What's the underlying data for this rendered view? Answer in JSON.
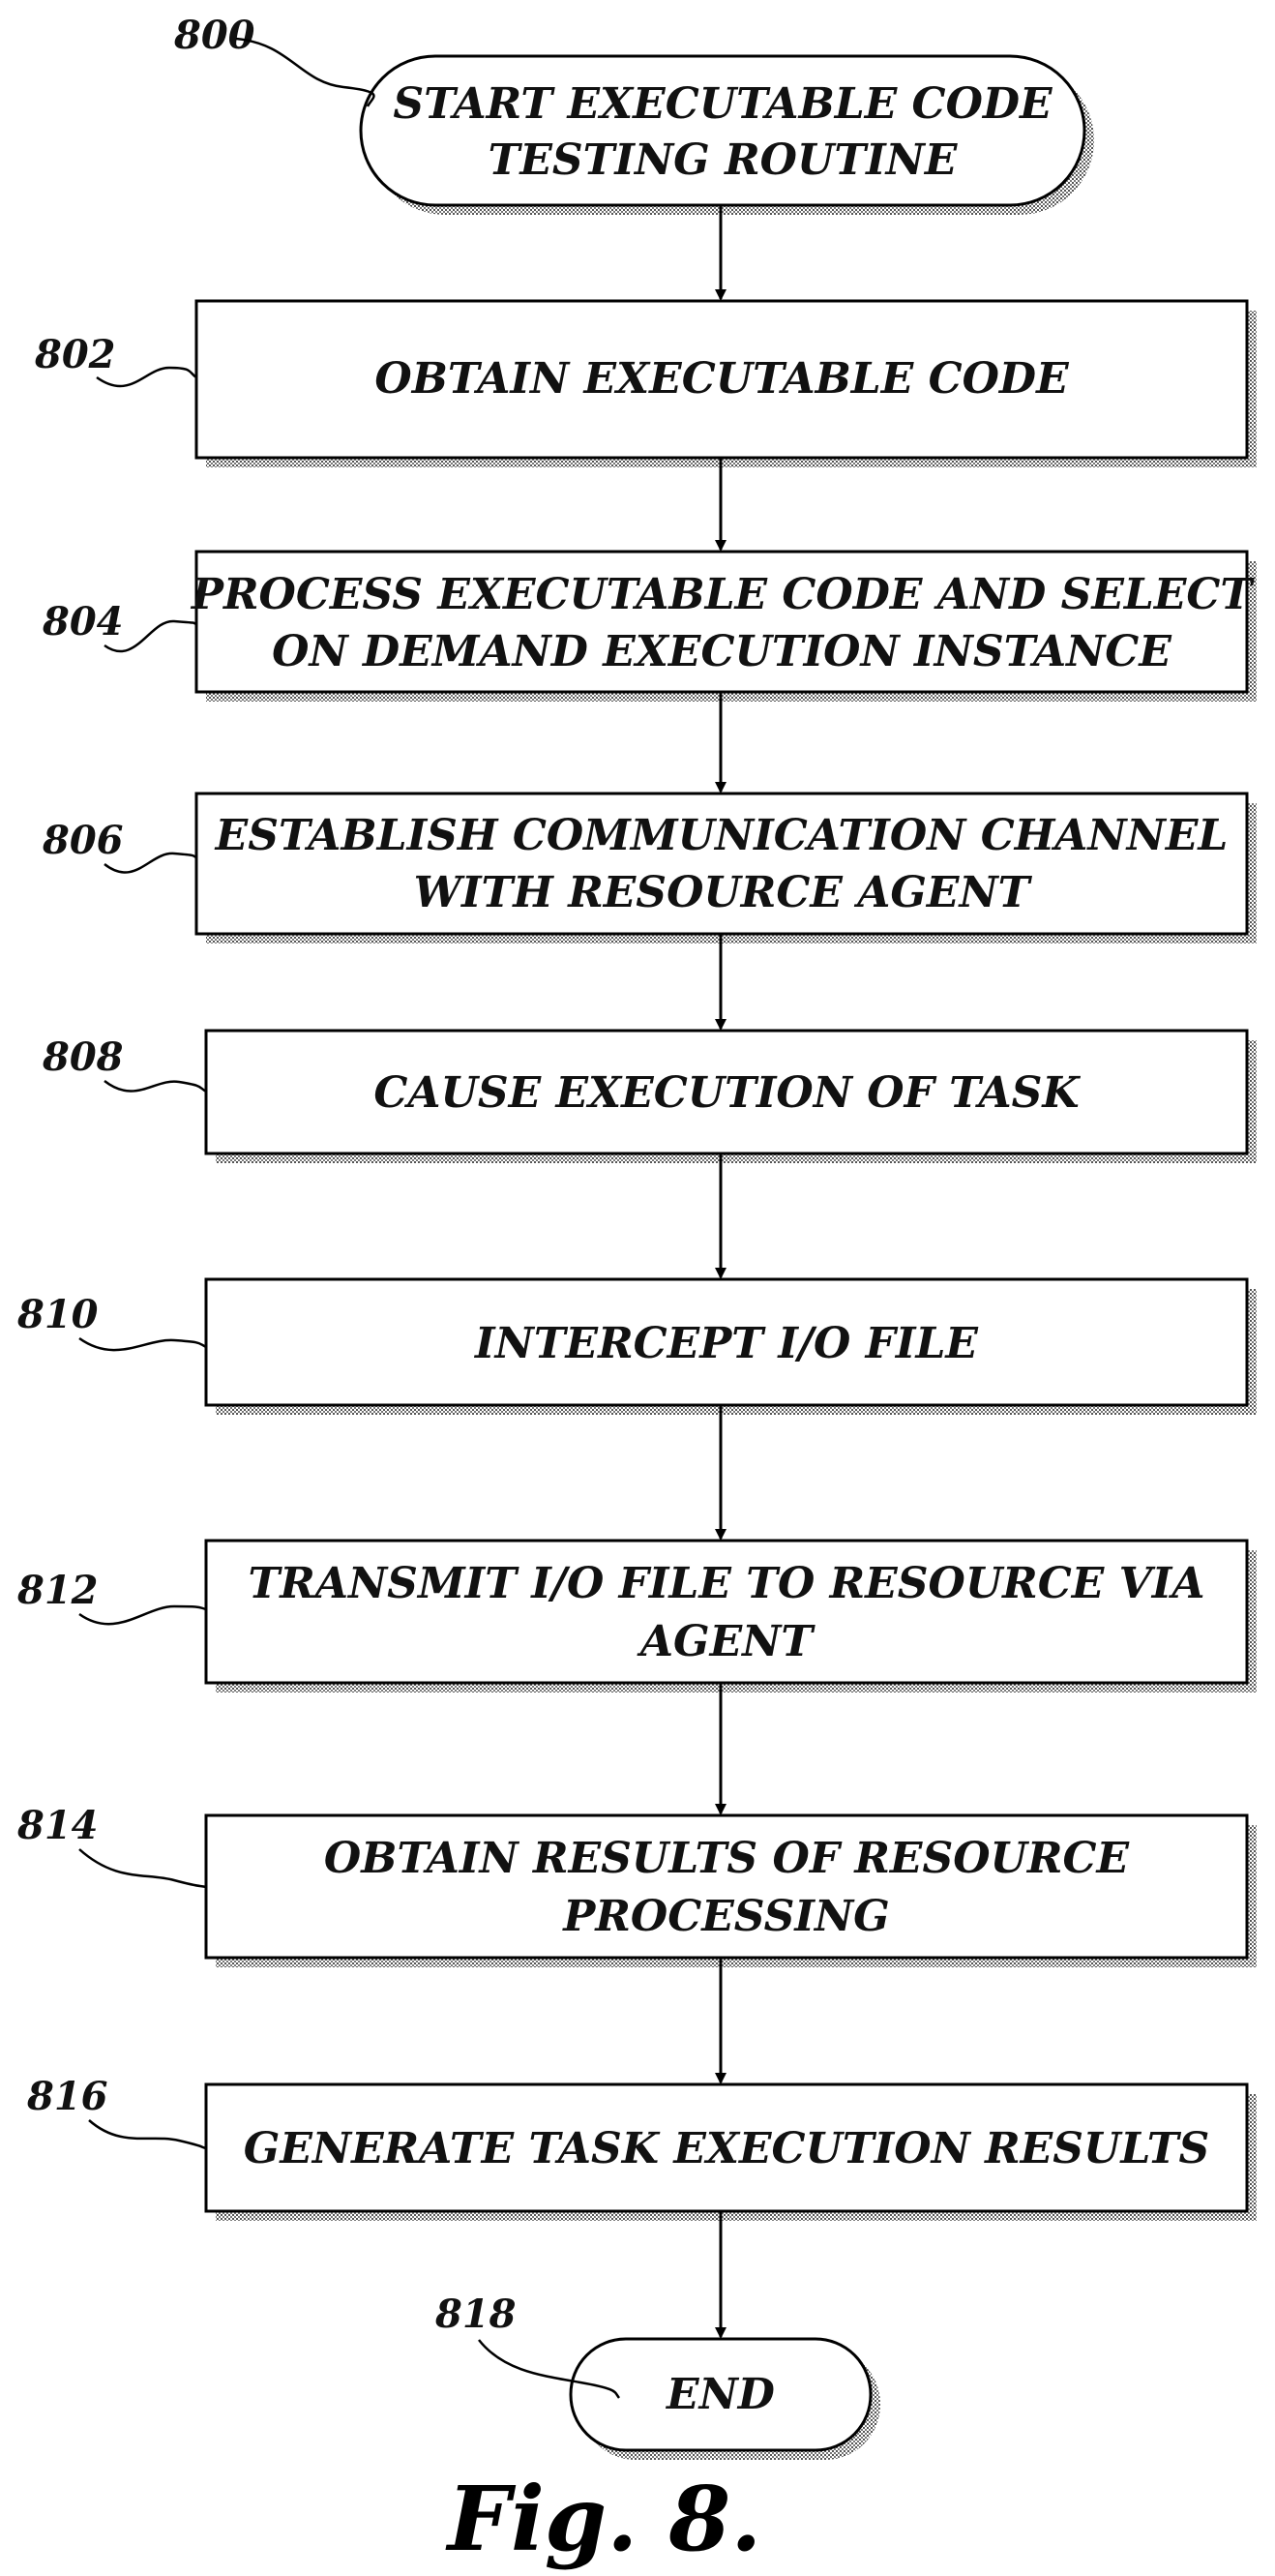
{
  "diagram": {
    "figure_label": "Fig. 8.",
    "start": {
      "ref": "800",
      "lines": [
        "START EXECUTABLE CODE",
        "TESTING ROUTINE"
      ]
    },
    "steps": [
      {
        "ref": "802",
        "lines": [
          "OBTAIN EXECUTABLE CODE"
        ]
      },
      {
        "ref": "804",
        "lines": [
          "PROCESS EXECUTABLE CODE AND SELECT",
          "ON DEMAND EXECUTION INSTANCE"
        ]
      },
      {
        "ref": "806",
        "lines": [
          "ESTABLISH COMMUNICATION CHANNEL",
          "WITH RESOURCE AGENT"
        ]
      },
      {
        "ref": "808",
        "lines": [
          "CAUSE EXECUTION OF TASK"
        ]
      },
      {
        "ref": "810",
        "lines": [
          "INTERCEPT I/O FILE"
        ]
      },
      {
        "ref": "812",
        "lines": [
          "TRANSMIT I/O FILE TO RESOURCE VIA",
          "AGENT"
        ]
      },
      {
        "ref": "814",
        "lines": [
          "OBTAIN RESULTS OF RESOURCE",
          "PROCESSING"
        ]
      },
      {
        "ref": "816",
        "lines": [
          "GENERATE TASK EXECUTION RESULTS"
        ]
      }
    ],
    "end": {
      "ref": "818",
      "lines": [
        "END"
      ]
    }
  }
}
